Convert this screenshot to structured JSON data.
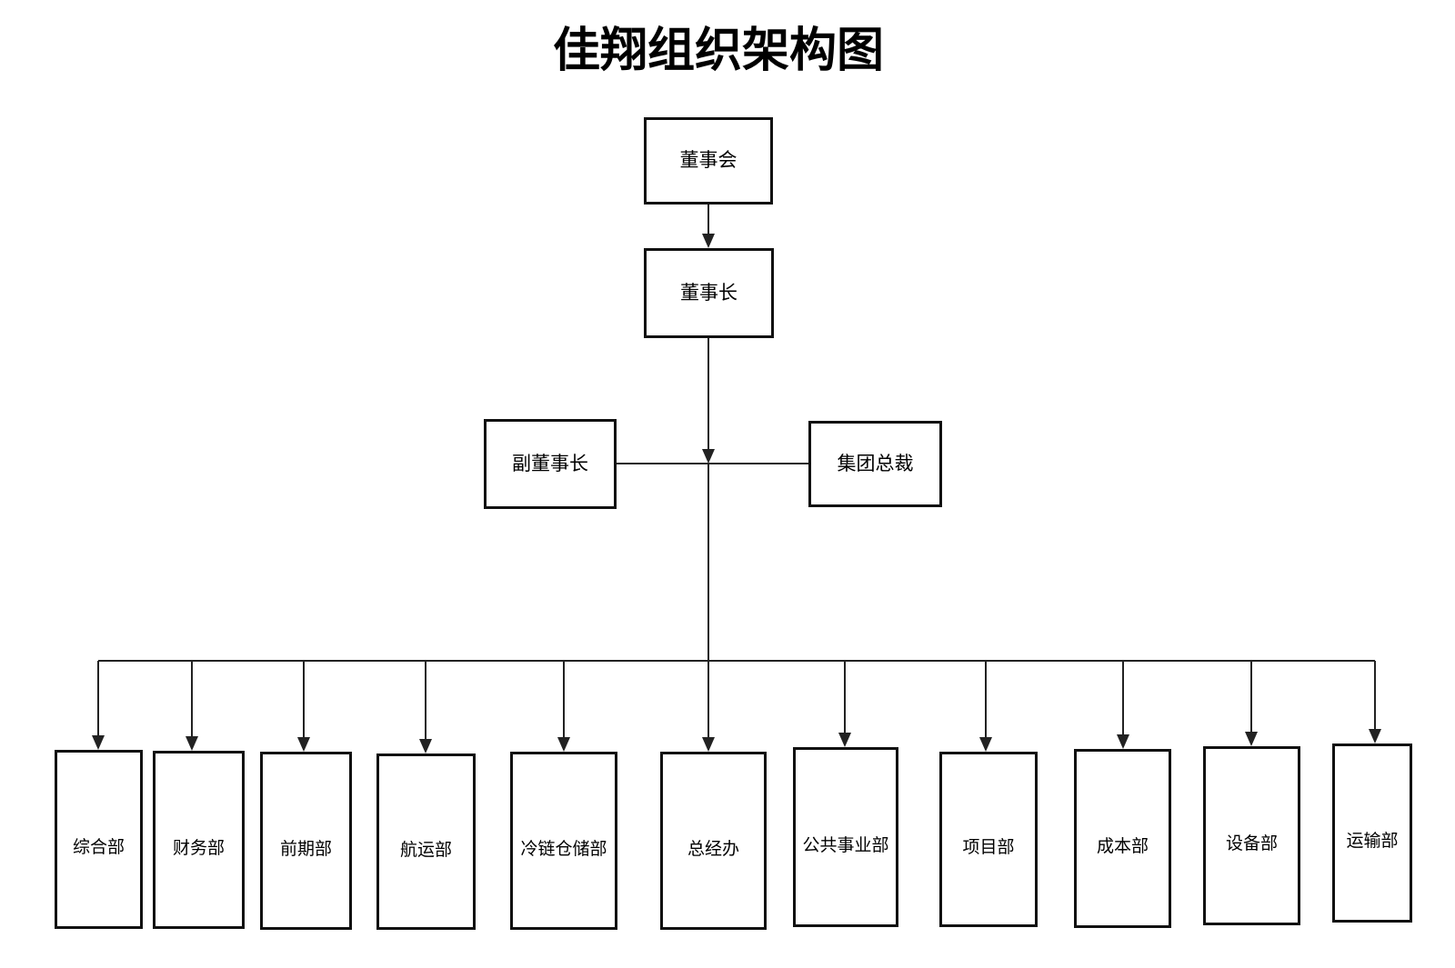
{
  "page": {
    "title": "佳翔组织架构图",
    "background": "#ffffff"
  },
  "org_chart": {
    "root": {
      "label": "董事会"
    },
    "level2": {
      "label": "董事长"
    },
    "level3": [
      {
        "label": "副董事长"
      },
      {
        "label": "集团总裁"
      }
    ],
    "departments": [
      {
        "label": "综合部"
      },
      {
        "label": "财务部"
      },
      {
        "label": "前期部"
      },
      {
        "label": "航运部"
      },
      {
        "label": "冷链仓储部"
      },
      {
        "label": "总经办"
      },
      {
        "label": "公共事业部"
      },
      {
        "label": "项目部"
      },
      {
        "label": "成本部"
      },
      {
        "label": "设备部"
      },
      {
        "label": "运输部"
      }
    ]
  },
  "colors": {
    "line": "#222222",
    "box_border": "#111111",
    "text": "#000000",
    "background": "#ffffff"
  }
}
